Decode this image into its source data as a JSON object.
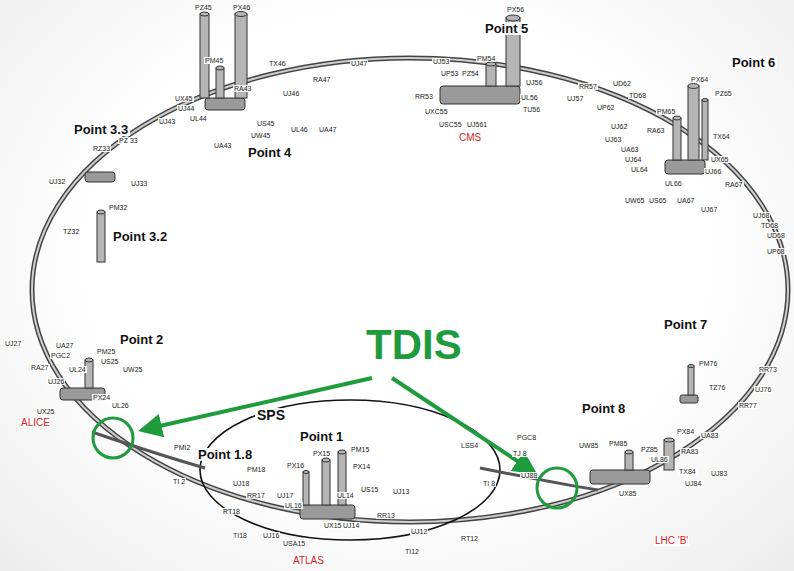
{
  "diagram": {
    "labels": [
      "Point 5",
      "PZ45",
      "PX46",
      "PM45",
      "TX46",
      "UX45",
      "UJ44",
      "UL44",
      "RA43",
      "UJ46",
      "RA47",
      "UJ47",
      "UJ43",
      "US45",
      "UW45",
      "UA43",
      "UL46",
      "UA47",
      "Point 4",
      "UJ53",
      "UP53",
      "PZ54",
      "PM54",
      "PX56",
      "UJ56",
      "UL56",
      "TU56",
      "UXC55",
      "USC55",
      "UJ561",
      "CMS",
      "RR53",
      "Point 6",
      "UJ57",
      "RR57",
      "UD62",
      "TD68",
      "UP62",
      "UJ62",
      "UJ63",
      "UA63",
      "UJ64",
      "UL64",
      "UW65",
      "US65",
      "UL66",
      "UA67",
      "UJ66",
      "RA67",
      "UJ67",
      "PX64",
      "PZ65",
      "PM65",
      "RA63",
      "TX64",
      "UX65",
      "UJ68",
      "TD68",
      "UD68",
      "UP68",
      "Point 3.3",
      "RZ33",
      "PZ 33",
      "UJ32",
      "UJ33",
      "PM32",
      "TZ32",
      "Point 3.2",
      "UJ27",
      "UA27",
      "PGC2",
      "RA27",
      "UJ26",
      "PM25",
      "Point 2",
      "US25",
      "UL24",
      "UW25",
      "UX25",
      "PX24",
      "UL26",
      "ALICE",
      "PMI2",
      "TI 2",
      "SPS",
      "Point 1.8",
      "Point 1",
      "PM18",
      "UJ18",
      "RR17",
      "UJ17",
      "UL16",
      "RT18",
      "TI18",
      "UJ16",
      "USA15",
      "UX15",
      "ATLAS",
      "PM15",
      "PX15",
      "PX16",
      "PX14",
      "US15",
      "UL14",
      "UJ14",
      "UJ13",
      "RR13",
      "UJ12",
      "TI12",
      "RT12",
      "LSS4",
      "PGC8",
      "TJ 8",
      "TI 8",
      "UJ88",
      "Point 8",
      "UW85",
      "PM85",
      "PZ85",
      "PX84",
      "UL86",
      "TX84",
      "UX85",
      "UJ84",
      "UJ83",
      "UA83",
      "RA83",
      "LHC 'B'",
      "Point 7",
      "PM76",
      "TZ76",
      "RR73",
      "UJ76",
      "RR77",
      "TDIS"
    ]
  }
}
